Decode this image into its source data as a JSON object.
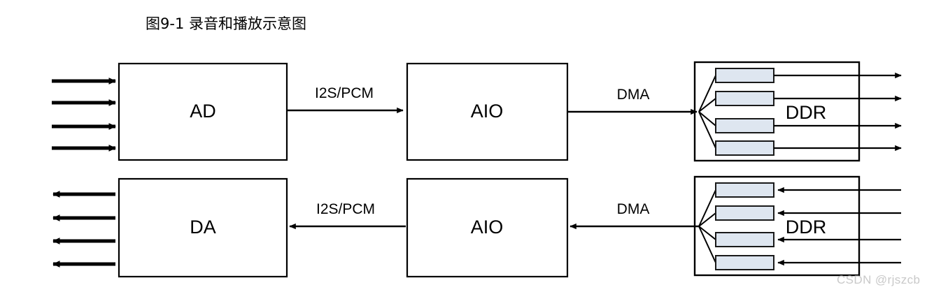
{
  "figure": {
    "title": "图9-1  录音和播放示意图",
    "watermark": "CSDN @rjszcb"
  },
  "blocks": {
    "ad": "AD",
    "da": "DA",
    "aio_top": "AIO",
    "aio_bottom": "AIO",
    "ddr_top": "DDR",
    "ddr_bottom": "DDR"
  },
  "edges": {
    "i2s_top": "I2S/PCM",
    "i2s_bottom": "I2S/PCM",
    "dma_top": "DMA",
    "dma_bottom": "DMA"
  },
  "colors": {
    "stroke": "#000000",
    "buffer_fill": "#dee6f0",
    "buffer_stroke": "#1a1a1a",
    "background": "#ffffff",
    "watermark": "#c9c9c9"
  },
  "chart_data": {
    "type": "diagram",
    "title": "图9-1  录音和播放示意图",
    "flows": [
      {
        "name": "record-path",
        "direction": "left-to-right",
        "nodes": [
          "AD",
          "AIO",
          "DDR"
        ],
        "edge_labels": [
          "I2S/PCM",
          "DMA"
        ],
        "input_arrows": 4,
        "buffers": 4,
        "output_arrows": 4
      },
      {
        "name": "playback-path",
        "direction": "right-to-left",
        "nodes": [
          "DDR",
          "AIO",
          "DA"
        ],
        "edge_labels": [
          "DMA",
          "I2S/PCM"
        ],
        "input_arrows": 4,
        "buffers": 4,
        "output_arrows": 4
      }
    ]
  }
}
